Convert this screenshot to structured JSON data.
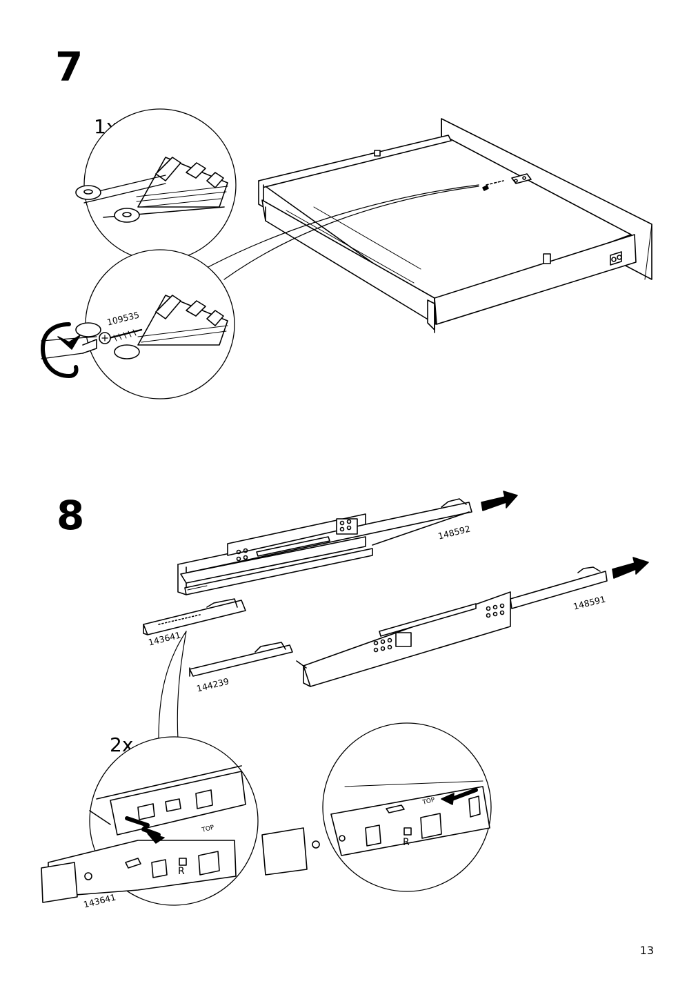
{
  "steps": [
    {
      "number": "7",
      "quantity": "1x",
      "parts": [
        {
          "id": "109535"
        }
      ]
    },
    {
      "number": "8",
      "quantity": "2x",
      "parts": [
        {
          "id": "148592"
        },
        {
          "id": "148591"
        },
        {
          "id": "143641"
        },
        {
          "id": "144239"
        },
        {
          "id": "143641"
        }
      ],
      "detail_labels": {
        "top_mark": "TOP",
        "side_mark": "R"
      }
    }
  ],
  "page_number": "13",
  "icons": [
    "screwdriver-icon",
    "rotate-arrow-icon",
    "push-arrow-icon"
  ]
}
